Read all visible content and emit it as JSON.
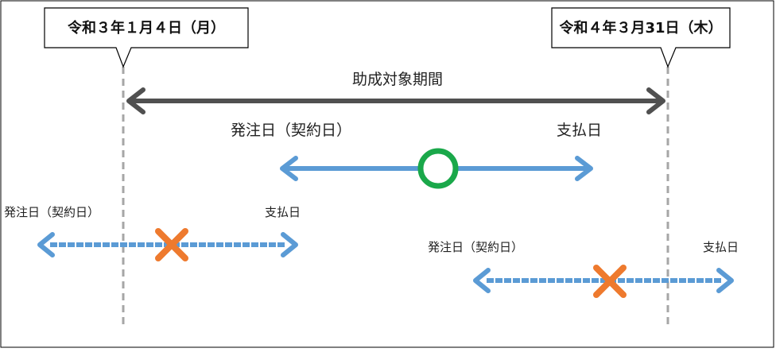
{
  "start_date_label": "令和３年１月４日（月）",
  "end_date_label": "令和４年３月31日（木）",
  "period_label": "助成対象期間",
  "cases": [
    {
      "order_label": "発注日（契約日）",
      "payment_label": "支払日",
      "result": "valid",
      "result_icon": "circle-icon",
      "line_style": "solid"
    },
    {
      "order_label": "発注日（契約日）",
      "payment_label": "支払日",
      "result": "invalid",
      "result_icon": "cross-icon",
      "line_style": "dotted"
    },
    {
      "order_label": "発注日（契約日）",
      "payment_label": "支払日",
      "result": "invalid",
      "result_icon": "cross-icon",
      "line_style": "dotted"
    }
  ],
  "colors": {
    "period_arrow": "#505050",
    "case_arrow": "#5b9bd5",
    "valid_mark": "#1aa84a",
    "invalid_mark": "#ee7a2e",
    "guide_line": "#a6a6a6"
  }
}
